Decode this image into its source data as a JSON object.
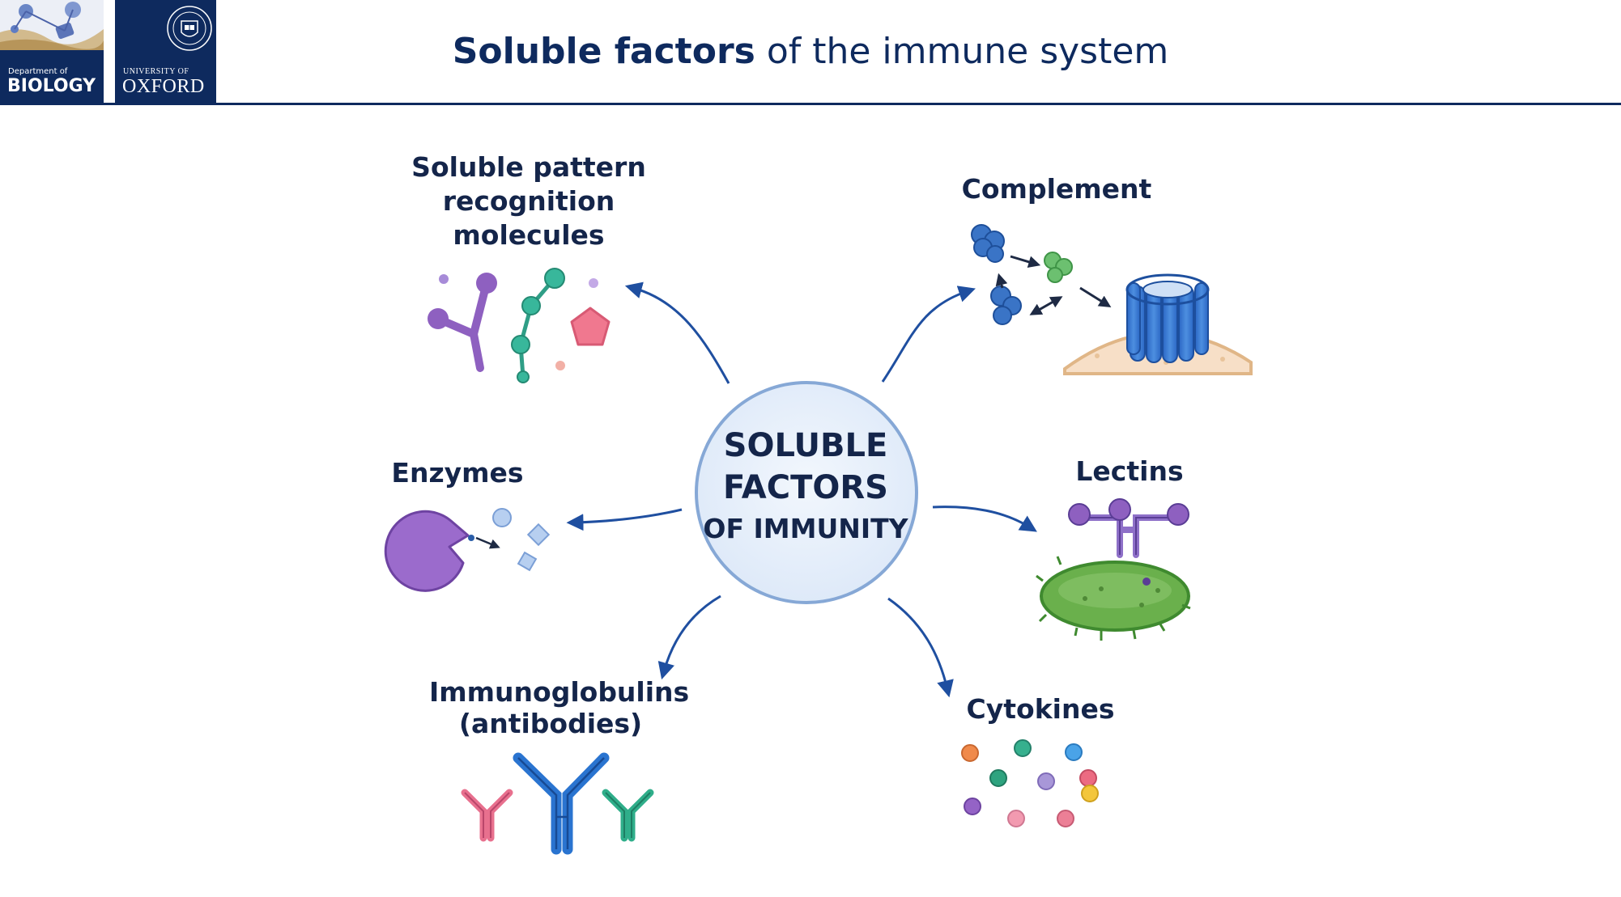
{
  "header": {
    "logo_biology": {
      "dept_text": "Department of",
      "name_text": "BIOLOGY"
    },
    "logo_oxford": {
      "uni_text": "UNIVERSITY OF",
      "name_text": "OXFORD"
    },
    "title_bold": "Soluble factors",
    "title_rest": " of the immune system",
    "rule_color": "#0e2a5e"
  },
  "center": {
    "line1": "SOLUBLE",
    "line2": "FACTORS",
    "line3": "OF IMMUNITY"
  },
  "nodes": {
    "prm": {
      "line1": "Soluble pattern",
      "line2": "recognition",
      "line3": "molecules",
      "icon": "pattern-recognition-molecules-icon"
    },
    "complement": {
      "label": "Complement",
      "icon": "complement-pore-icon"
    },
    "enzymes": {
      "label": "Enzymes",
      "icon": "enzyme-pacman-icon"
    },
    "lectins": {
      "label": "Lectins",
      "icon": "lectin-bacterium-icon"
    },
    "immunoglobulins": {
      "line1": "Immunoglobulins",
      "line2": "(antibodies)",
      "icon": "antibody-y-icon"
    },
    "cytokines": {
      "label": "Cytokines",
      "icon": "cytokine-dots-icon"
    }
  },
  "colors": {
    "navy": "#0e2a5e",
    "arrow": "#1f4fa0",
    "center_fill": "#e4eefa",
    "center_stroke": "#86a8d6",
    "purple": "#8e60c0",
    "teal": "#2fae8a",
    "pink": "#e8708e",
    "blue": "#3a78c8",
    "green": "#6ab04c"
  }
}
